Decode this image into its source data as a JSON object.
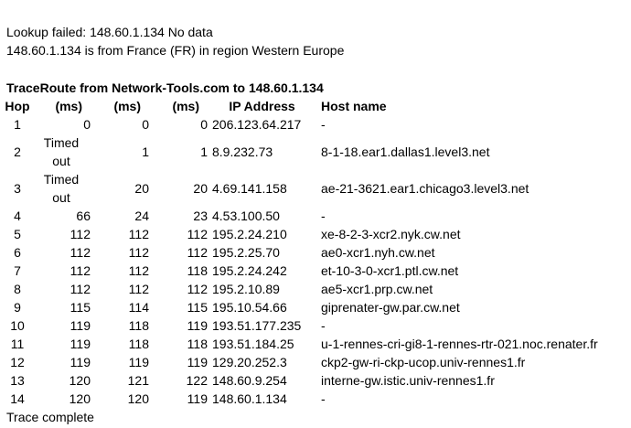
{
  "lookup_status": "Lookup failed: 148.60.1.134 No data",
  "location": "148.60.1.134 is from France (FR) in region Western Europe",
  "trace_title": "TraceRoute from Network-Tools.com to 148.60.1.134",
  "columns": [
    "Hop",
    "(ms)",
    "(ms)",
    "(ms)",
    "IP Address",
    "Host name"
  ],
  "rows": [
    {
      "hop": "1",
      "ms1": "0",
      "ms2": "0",
      "ms3": "0",
      "ip": "206.123.64.217",
      "host": "-"
    },
    {
      "hop": "2",
      "ms1": "Timed out",
      "ms2": "1",
      "ms3": "1",
      "ip": "8.9.232.73",
      "host": "8-1-18.ear1.dallas1.level3.net"
    },
    {
      "hop": "3",
      "ms1": "Timed out",
      "ms2": "20",
      "ms3": "20",
      "ip": "4.69.141.158",
      "host": "ae-21-3621.ear1.chicago3.level3.net"
    },
    {
      "hop": "4",
      "ms1": "66",
      "ms2": "24",
      "ms3": "23",
      "ip": "4.53.100.50",
      "host": "-"
    },
    {
      "hop": "5",
      "ms1": "112",
      "ms2": "112",
      "ms3": "112",
      "ip": "195.2.24.210",
      "host": "xe-8-2-3-xcr2.nyk.cw.net"
    },
    {
      "hop": "6",
      "ms1": "112",
      "ms2": "112",
      "ms3": "112",
      "ip": "195.2.25.70",
      "host": "ae0-xcr1.nyh.cw.net"
    },
    {
      "hop": "7",
      "ms1": "112",
      "ms2": "112",
      "ms3": "118",
      "ip": "195.2.24.242",
      "host": "et-10-3-0-xcr1.ptl.cw.net"
    },
    {
      "hop": "8",
      "ms1": "112",
      "ms2": "112",
      "ms3": "112",
      "ip": "195.2.10.89",
      "host": "ae5-xcr1.prp.cw.net"
    },
    {
      "hop": "9",
      "ms1": "115",
      "ms2": "114",
      "ms3": "115",
      "ip": "195.10.54.66",
      "host": "giprenater-gw.par.cw.net"
    },
    {
      "hop": "10",
      "ms1": "119",
      "ms2": "118",
      "ms3": "119",
      "ip": "193.51.177.235",
      "host": "-"
    },
    {
      "hop": "11",
      "ms1": "119",
      "ms2": "118",
      "ms3": "118",
      "ip": "193.51.184.25",
      "host": "u-1-rennes-cri-gi8-1-rennes-rtr-021.noc.renater.fr"
    },
    {
      "hop": "12",
      "ms1": "119",
      "ms2": "119",
      "ms3": "119",
      "ip": "129.20.252.3",
      "host": "ckp2-gw-ri-ckp-ucop.univ-rennes1.fr"
    },
    {
      "hop": "13",
      "ms1": "120",
      "ms2": "121",
      "ms3": "122",
      "ip": "148.60.9.254",
      "host": "interne-gw.istic.univ-rennes1.fr"
    },
    {
      "hop": "14",
      "ms1": "120",
      "ms2": "120",
      "ms3": "119",
      "ip": "148.60.1.134",
      "host": "-"
    }
  ],
  "status": "Trace complete"
}
